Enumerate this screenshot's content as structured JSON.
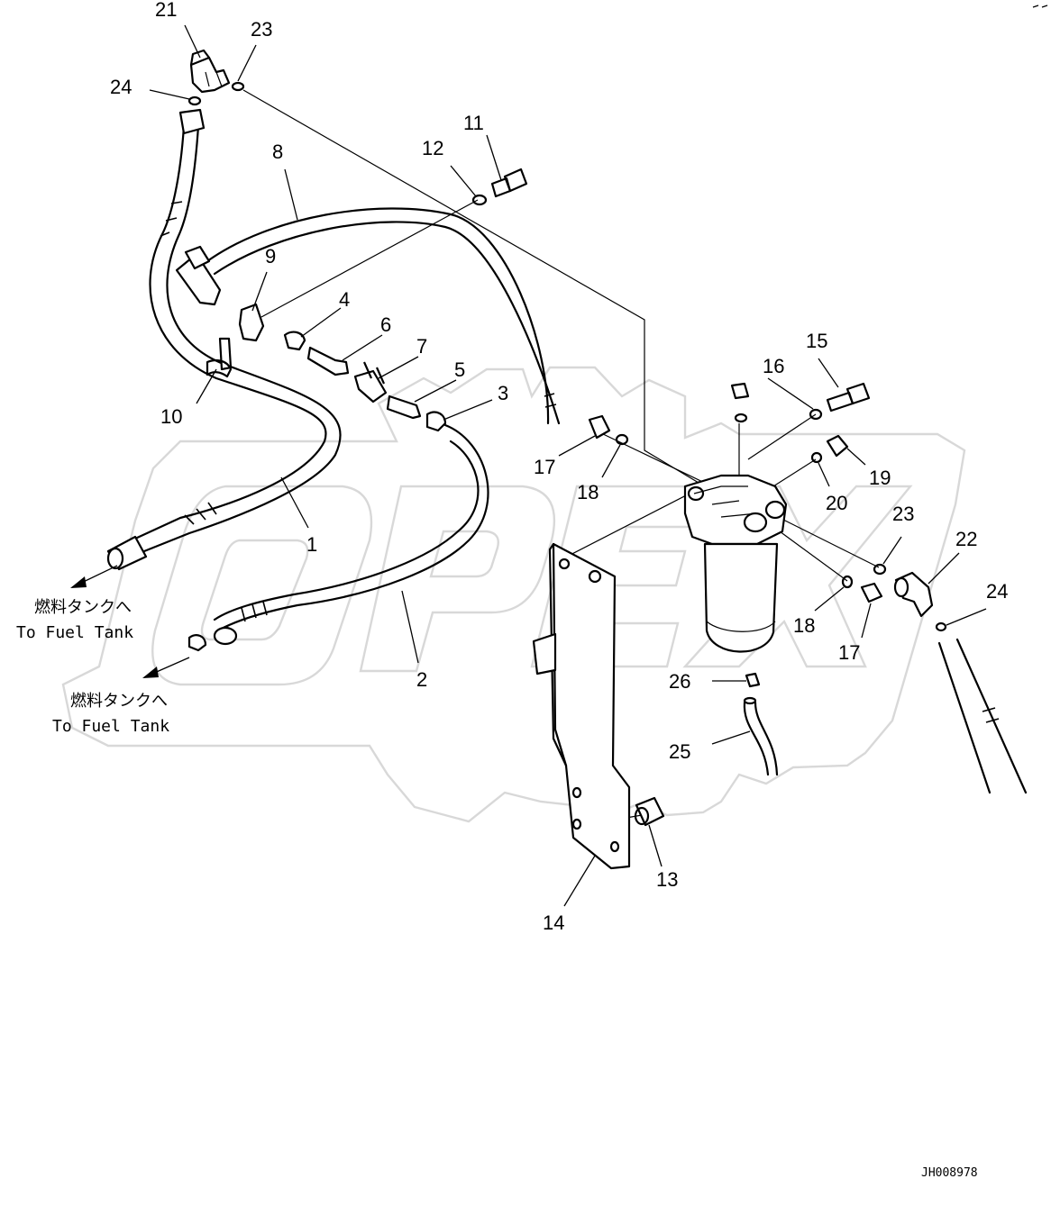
{
  "diagram": {
    "reference_code": "JH008978",
    "watermark_text": "OPEX",
    "destination_notes": [
      {
        "jp": "燃料タンクへ",
        "en": "To Fuel Tank"
      },
      {
        "jp": "燃料タンクへ",
        "en": "To Fuel Tank"
      }
    ],
    "callouts": [
      "1",
      "2",
      "3",
      "4",
      "5",
      "6",
      "7",
      "8",
      "9",
      "10",
      "11",
      "12",
      "13",
      "14",
      "15",
      "16",
      "17",
      "18",
      "19",
      "20",
      "21",
      "22",
      "23",
      "24",
      "25",
      "26"
    ],
    "repeat_callouts": {
      "17": "17",
      "18": "18",
      "23": "23",
      "24": "24"
    }
  }
}
